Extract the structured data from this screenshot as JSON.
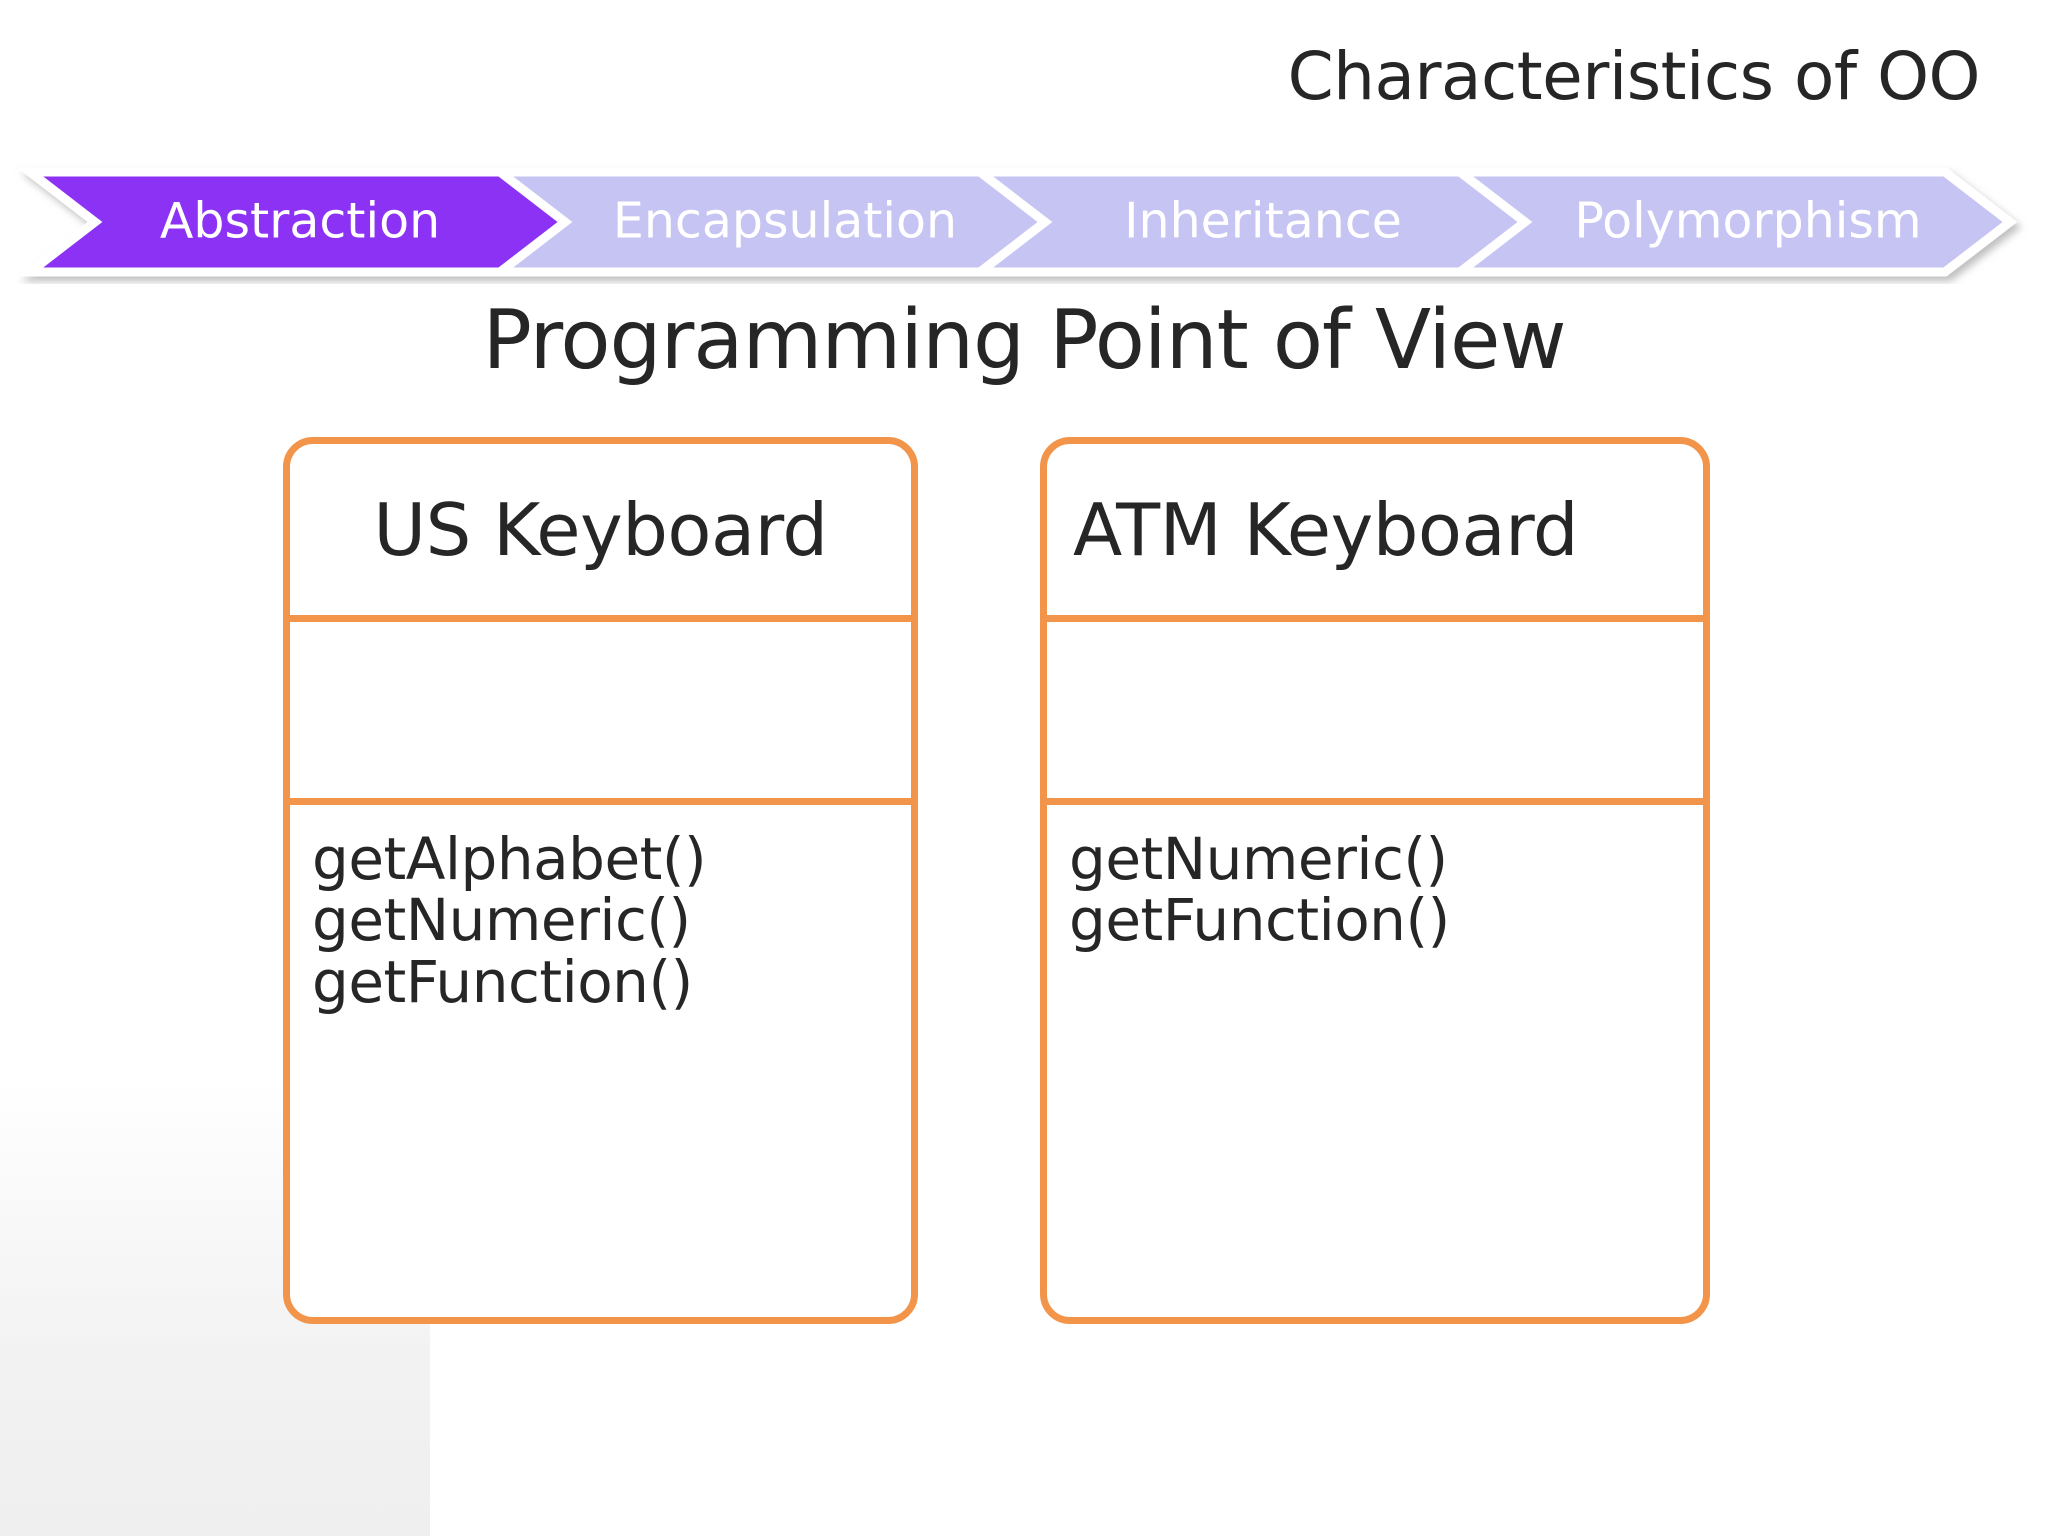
{
  "slide": {
    "title": "Characteristics of OO",
    "heading": "Programming Point of View",
    "background_color": "#FFFFFF",
    "text_color": "#262626"
  },
  "process_bar": {
    "active_color": "#8B30F5",
    "inactive_color": "#C6C4F2",
    "label_color": "#FFFFFF",
    "steps": [
      {
        "label": "Abstraction",
        "state": "active"
      },
      {
        "label": "Encapsulation",
        "state": "inactive"
      },
      {
        "label": "Inheritance",
        "state": "inactive"
      },
      {
        "label": "Polymorphism",
        "state": "inactive"
      }
    ]
  },
  "classes": [
    {
      "name": "US Keyboard",
      "title_align": "center",
      "attributes": [],
      "methods": [
        "getAlphabet()",
        "getNumeric()",
        "getFunction()"
      ],
      "border_color": "#F2944A"
    },
    {
      "name": "ATM Keyboard",
      "title_align": "left",
      "attributes": [],
      "methods": [
        "getNumeric()",
        "getFunction()"
      ],
      "border_color": "#F2944A"
    }
  ]
}
